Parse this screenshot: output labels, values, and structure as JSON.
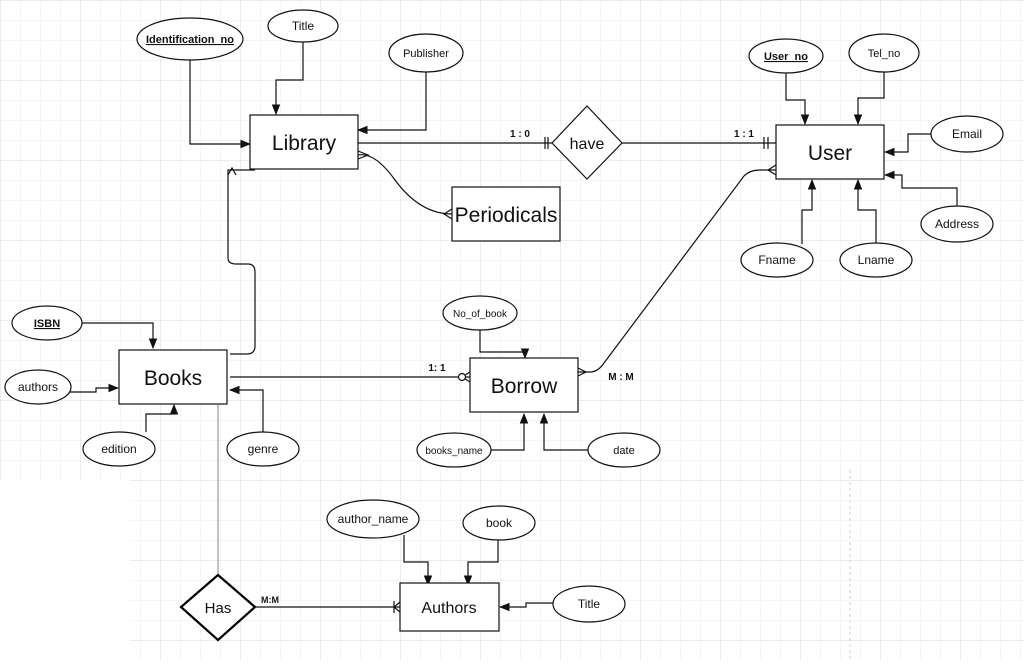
{
  "entities": {
    "library": "Library",
    "user": "User",
    "periodicals": "Periodicals",
    "books": "Books",
    "borrow": "Borrow",
    "authors": "Authors"
  },
  "relationships": {
    "have": "have",
    "has": "Has"
  },
  "attributes": {
    "identification_no": "Identification_no",
    "library_title": "Title",
    "publisher": "Publisher",
    "user_no": "User_no",
    "tel_no": "Tel_no",
    "email": "Email",
    "address": "Address",
    "fname": "Fname",
    "lname": "Lname",
    "isbn": "ISBN",
    "authors": "authors",
    "edition": "edition",
    "genre": "genre",
    "no_of_book": "No_of_book",
    "books_name": "books_name",
    "date": "date",
    "author_name": "author_name",
    "book": "book",
    "author_title": "Title"
  },
  "cardinalities": {
    "library_have": "1 : 0",
    "have_user": "1 : 1",
    "books_borrow": "1: 1",
    "borrow_user": "M : M",
    "has_authors": "M:M"
  },
  "colors": {
    "line": "#111111",
    "grid": "#e6e6e6",
    "relationship_has_border": "#000000"
  }
}
